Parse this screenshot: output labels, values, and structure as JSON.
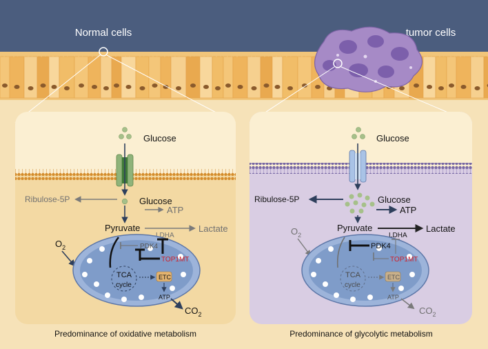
{
  "header": {
    "left_label": "Normal cells",
    "right_label": "tumor cells"
  },
  "left_panel": {
    "glucose_top": "Glucose",
    "ribulose": "Ribulose-5P",
    "glucose_mid": "Glucose",
    "atp_top": "ATP",
    "pyruvate": "Pyruvate",
    "lactate": "Lactate",
    "ldha": "LDHA",
    "o2": "O",
    "o2_sub": "2",
    "pdk4": "PDK4",
    "top1mt": "TOP1MT",
    "tca": "TCA",
    "cycle": "cycle",
    "etc": "ETC",
    "atp_bottom": "ATP",
    "co2": "CO",
    "co2_sub": "2",
    "caption": "Predominance of oxidative metabolism"
  },
  "right_panel": {
    "glucose_top": "Glucose",
    "ribulose": "Ribulose-5P",
    "glucose_mid": "Glucose",
    "atp_top": "ATP",
    "pyruvate": "Pyruvate",
    "lactate": "Lactate",
    "ldha": "LDHA",
    "o2": "O",
    "o2_sub": "2",
    "pdk4": "PDK4",
    "top1mt": "TOP1MT",
    "tca": "TCA",
    "cycle": "cycle",
    "etc": "ETC",
    "atp_bottom": "ATP",
    "co2": "CO",
    "co2_sub": "2",
    "caption": "Predominance of glycolytic metabolism"
  },
  "colors": {
    "sky": "#4b5d7e",
    "tissue": "#f6e2b8",
    "normal_panel": "#fbefd2",
    "tumor_panel": "#d9cde3",
    "membrane_normal": "#d48c2c",
    "membrane_tumor": "#7767a4",
    "mito_fill": "#7f9cc9",
    "inhibitor_red": "#d0202a",
    "tumor_cell": "#a68ac6"
  }
}
